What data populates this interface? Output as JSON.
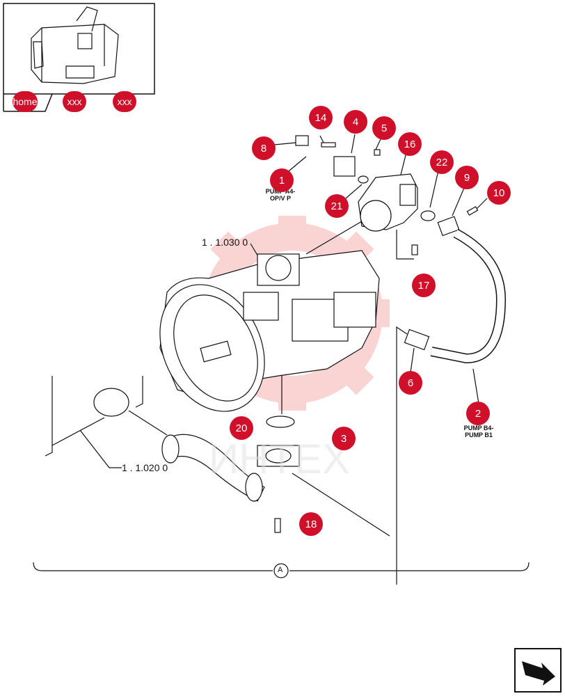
{
  "nav": {
    "home_label": "home",
    "prev_label": "xxx",
    "next_label": "xxx"
  },
  "references": {
    "ref_top": "1 . 1.030 0",
    "ref_left": "1 . 1.020 0"
  },
  "pump_labels": {
    "pump_a4_line1": "PUMP A4-",
    "pump_a4_line2": "OP/V P",
    "pump_b4_line1": "PUMP B4-",
    "pump_b4_line2": "PUMP B1"
  },
  "group_marker": "A",
  "watermark": "ИНТЕХ",
  "callouts": [
    {
      "key": "c14",
      "text": "14"
    },
    {
      "key": "c4",
      "text": "4"
    },
    {
      "key": "c5",
      "text": "5"
    },
    {
      "key": "c8",
      "text": "8"
    },
    {
      "key": "c16",
      "text": "16"
    },
    {
      "key": "c22",
      "text": "22"
    },
    {
      "key": "c9",
      "text": "9"
    },
    {
      "key": "c10",
      "text": "10"
    },
    {
      "key": "c1",
      "text": "1"
    },
    {
      "key": "c21",
      "text": "21"
    },
    {
      "key": "c17",
      "text": "17"
    },
    {
      "key": "c6",
      "text": "6"
    },
    {
      "key": "c2",
      "text": "2"
    },
    {
      "key": "c20",
      "text": "20"
    },
    {
      "key": "c3",
      "text": "3"
    },
    {
      "key": "c18",
      "text": "18"
    }
  ],
  "colors": {
    "accent": "#d0102a",
    "line": "#111111",
    "watermark": "#f4c6c6"
  },
  "icons": {
    "next_page": "next-page-arrow-icon"
  }
}
